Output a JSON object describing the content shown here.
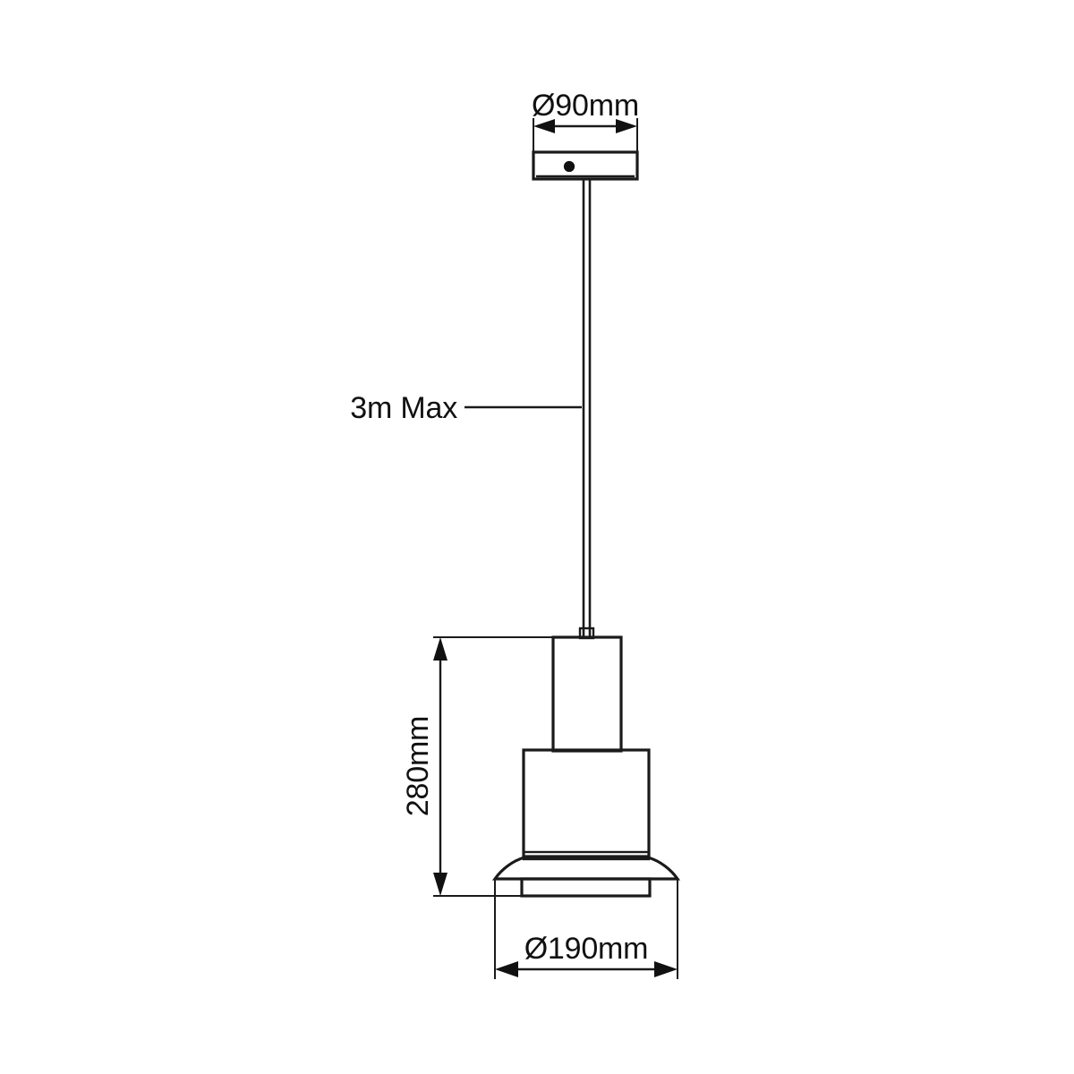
{
  "drawing": {
    "title": "Pendant Light Dimensional Drawing",
    "product_type": "ceiling pendant luminaire",
    "background_color": "#ffffff",
    "line_color": "#1a1a1a",
    "dimensions": {
      "canopy_diameter": {
        "label": "Ø90mm",
        "value": 90,
        "unit": "mm",
        "symbol": "Ø",
        "orientation": "horizontal",
        "component": "ceiling-canopy"
      },
      "cable_drop": {
        "label": "3m Max",
        "value": 3,
        "unit": "m",
        "qualifier": "Max",
        "orientation": "leader",
        "component": "suspension-cable"
      },
      "fixture_height": {
        "label": "280mm",
        "value": 280,
        "unit": "mm",
        "orientation": "vertical",
        "component": "lamp-body"
      },
      "shade_diameter": {
        "label": "Ø190mm",
        "value": 190,
        "unit": "mm",
        "symbol": "Ø",
        "orientation": "horizontal",
        "component": "lamp-shade"
      }
    },
    "components": [
      {
        "name": "ceiling-canopy",
        "description": "mounting plate with centre screw"
      },
      {
        "name": "suspension-cable",
        "description": "twin-line flexible cord"
      },
      {
        "name": "upper-body",
        "description": "narrow cylindrical stem"
      },
      {
        "name": "mid-body",
        "description": "wider cylindrical housing"
      },
      {
        "name": "lamp-shade",
        "description": "domed curved shade"
      },
      {
        "name": "diffuser",
        "description": "cylindrical lower diffuser"
      }
    ]
  }
}
